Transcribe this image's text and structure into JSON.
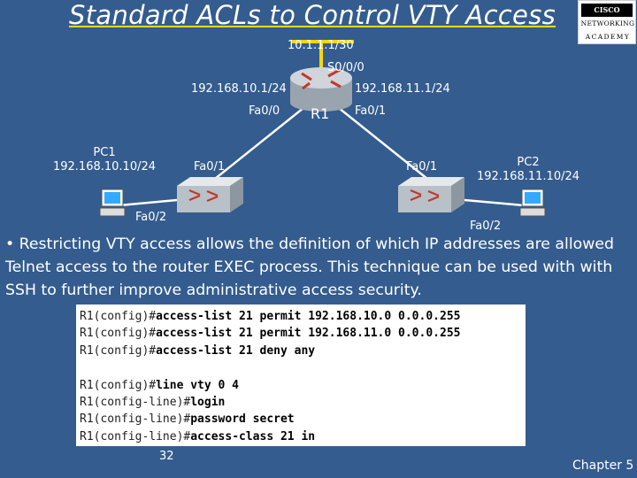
{
  "title": "Standard ACLs to Control VTY Access",
  "logo": {
    "line1": "CISCO SYSTEMS",
    "line2": "NETWORKING",
    "line3": "ACADEMY"
  },
  "topology": {
    "wan_ip": "10.1.1.1/30",
    "wan_interface": "S0/0/0",
    "r1_left_ip": "192.168.10.1/24",
    "r1_right_ip": "192.168.11.1/24",
    "r1_left_port": "Fa0/0",
    "r1_right_port": "Fa0/1",
    "router_name": "R1",
    "sw1_uplink": "Fa0/1",
    "sw2_uplink": "Fa0/1",
    "sw1_host_port": "Fa0/2",
    "sw2_host_port": "Fa0/2",
    "pc1_name": "PC1",
    "pc1_ip": "192.168.10.10/24",
    "pc2_name": "PC2",
    "pc2_ip": "192.168.11.10/24",
    "colors": {
      "wan_link": "#ffd700",
      "lan_link": "#ffffff"
    }
  },
  "bullet": "• Restricting VTY access allows the definition of which IP addresses are allowed Telnet access to the router EXEC process. This technique can be used with with SSH to further improve administrative access security.",
  "config": [
    {
      "prompt": "R1(config)#",
      "cmd": "access-list 21 permit 192.168.10.0 0.0.0.255"
    },
    {
      "prompt": "R1(config)#",
      "cmd": "access-list 21 permit 192.168.11.0 0.0.0.255"
    },
    {
      "prompt": "R1(config)#",
      "cmd": "access-list 21 deny any"
    },
    {
      "prompt": "",
      "cmd": ""
    },
    {
      "prompt": "R1(config)#",
      "cmd": "line vty 0 4"
    },
    {
      "prompt": "R1(config-line)#",
      "cmd": "login"
    },
    {
      "prompt": "R1(config-line)#",
      "cmd": "password secret"
    },
    {
      "prompt": "R1(config-line)#",
      "cmd": "access-class 21 in"
    }
  ],
  "page_number": "32",
  "chapter": "Chapter 5"
}
